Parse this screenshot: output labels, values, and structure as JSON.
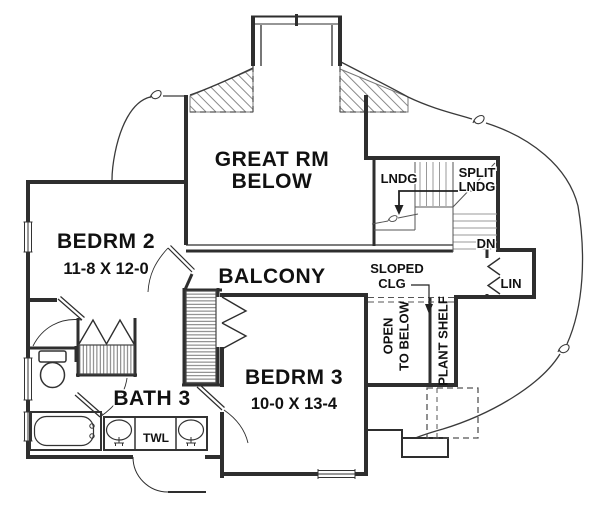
{
  "rooms": {
    "great_room": {
      "line1": "GREAT RM",
      "line2": "BELOW"
    },
    "balcony": {
      "label": "BALCONY"
    },
    "bedroom_2": {
      "label": "BEDRM 2",
      "dimensions": "11-8 X 12-0"
    },
    "bedroom_3": {
      "label": "BEDRM 3",
      "dimensions": "10-0 X 13-4"
    },
    "bath_3": {
      "label": "BATH 3"
    },
    "linen_closet": {
      "label": "LIN"
    }
  },
  "stairs": {
    "landing": "LNDG",
    "split_landing_line1": "SPLIT",
    "split_landing_line2": "LNDG",
    "down": "DN"
  },
  "annotations": {
    "sloped_ceiling_line1": "SLOPED",
    "sloped_ceiling_line2": "CLG",
    "open_to_below_line1": "OPEN",
    "open_to_below_line2": "TO BELOW",
    "plant_shelf": "PLANT SHELF",
    "towel": "TWL"
  },
  "colors": {
    "background": "#ffffff",
    "wall": "#2e2e2e",
    "text": "#111111",
    "stair_tread": "#999999",
    "hatch": "#8a8a8a"
  }
}
